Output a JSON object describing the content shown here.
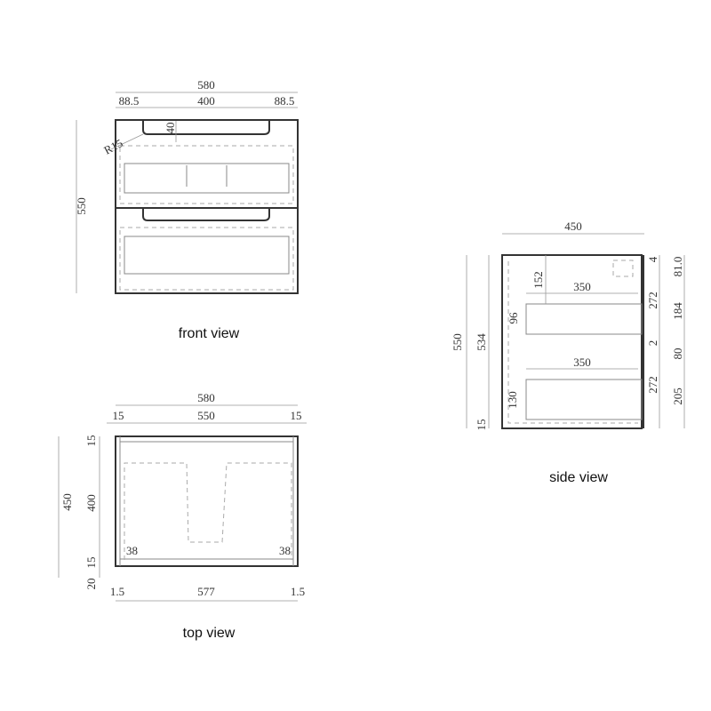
{
  "front_view": {
    "caption": "front view",
    "width_total": "580",
    "width_left": "88.5",
    "width_handle": "400",
    "width_right": "88.5",
    "height_total": "550",
    "handle_depth": "40",
    "radius": "R15"
  },
  "top_view": {
    "caption": "top view",
    "width_total": "580",
    "width_left": "15",
    "width_inner": "550",
    "width_right": "15",
    "depth_total": "450",
    "depth_back": "15",
    "depth_inner": "400",
    "depth_front_a": "15",
    "depth_front_b": "20",
    "offset_left": "38",
    "offset_right": "38",
    "bottom_left": "1.5",
    "bottom_mid": "577",
    "bottom_right": "1.5"
  },
  "side_view": {
    "caption": "side view",
    "depth_total": "450",
    "height_total": "550",
    "height_inner": "534",
    "base": "15",
    "upper_offset": "152",
    "upper_drawer": "350",
    "upper_gap": "96",
    "lower_drawer": "350",
    "lower_offset": "130",
    "right_a": [
      "4",
      "272",
      "2",
      "272"
    ],
    "right_b": [
      "81.0",
      "184",
      "80",
      "205"
    ]
  }
}
